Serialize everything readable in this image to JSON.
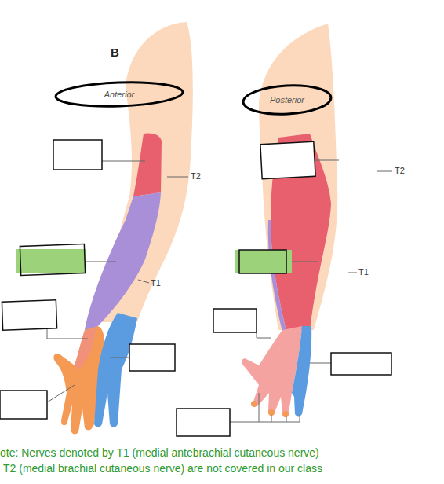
{
  "diagram": {
    "nodes": [
      {
        "text": [
          "Anterior"
        ]
      },
      {
        "text": [
          "Posterior"
        ]
      }
    ],
    "labels": [
      "B",
      "T2",
      "T1",
      "T2",
      "T1",
      "ote: Nerves denoted by T1 (medial antebrachial cutaneous nerve)",
      "T2 (medial brachial cutaneous nerve) are not covered in our class"
    ]
  }
}
